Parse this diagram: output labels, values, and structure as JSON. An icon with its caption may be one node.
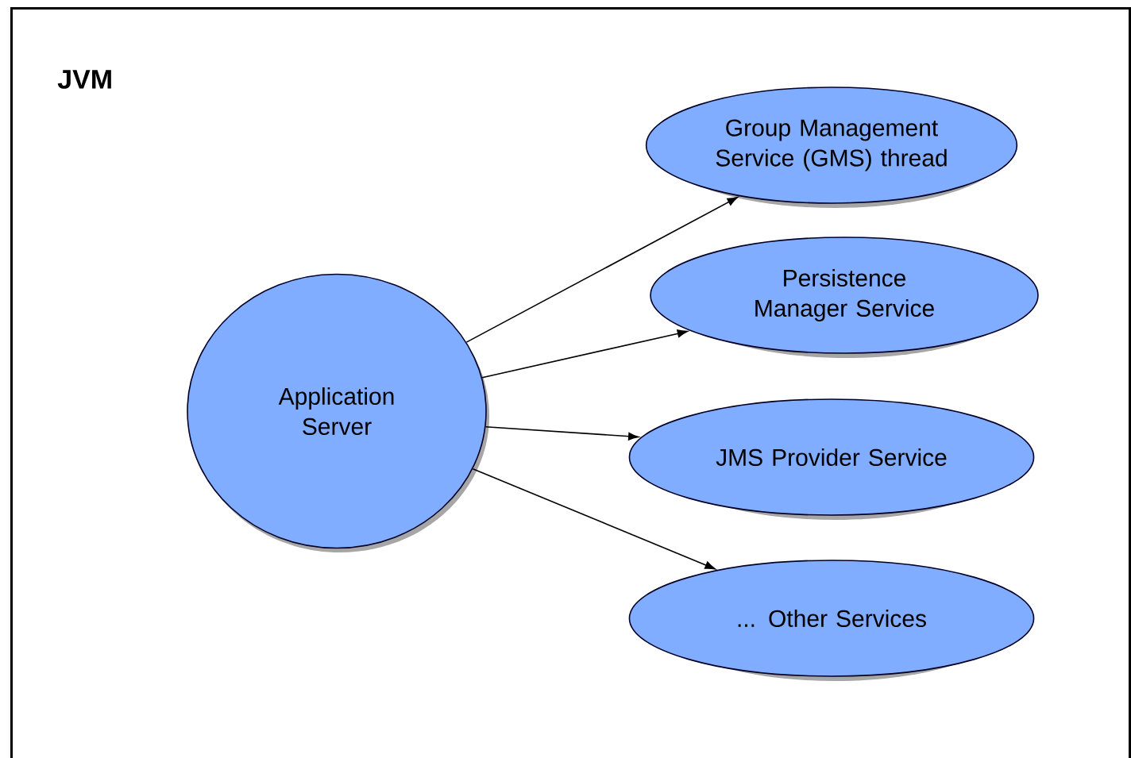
{
  "diagram": {
    "nodes": [
      {
        "text": [
          "JVM"
        ]
      },
      {
        "text": [
          "Application Server"
        ],
        "in": 0
      },
      {
        "text": [
          "Group Management Service (GMS) thread"
        ],
        "in": 0
      },
      {
        "text": [
          "Persistence Manager Service"
        ],
        "in": 0
      },
      {
        "text": [
          "JMS Provider Service"
        ],
        "in": 0
      },
      {
        "text": [
          "... Other Services"
        ],
        "in": 0
      }
    ],
    "edges": [
      {
        "from": 1,
        "to": 2,
        "arrow": "to"
      },
      {
        "from": 1,
        "to": 3,
        "arrow": "to"
      },
      {
        "from": 1,
        "to": 4,
        "arrow": "to"
      },
      {
        "from": 1,
        "to": 5,
        "arrow": "to"
      }
    ]
  }
}
